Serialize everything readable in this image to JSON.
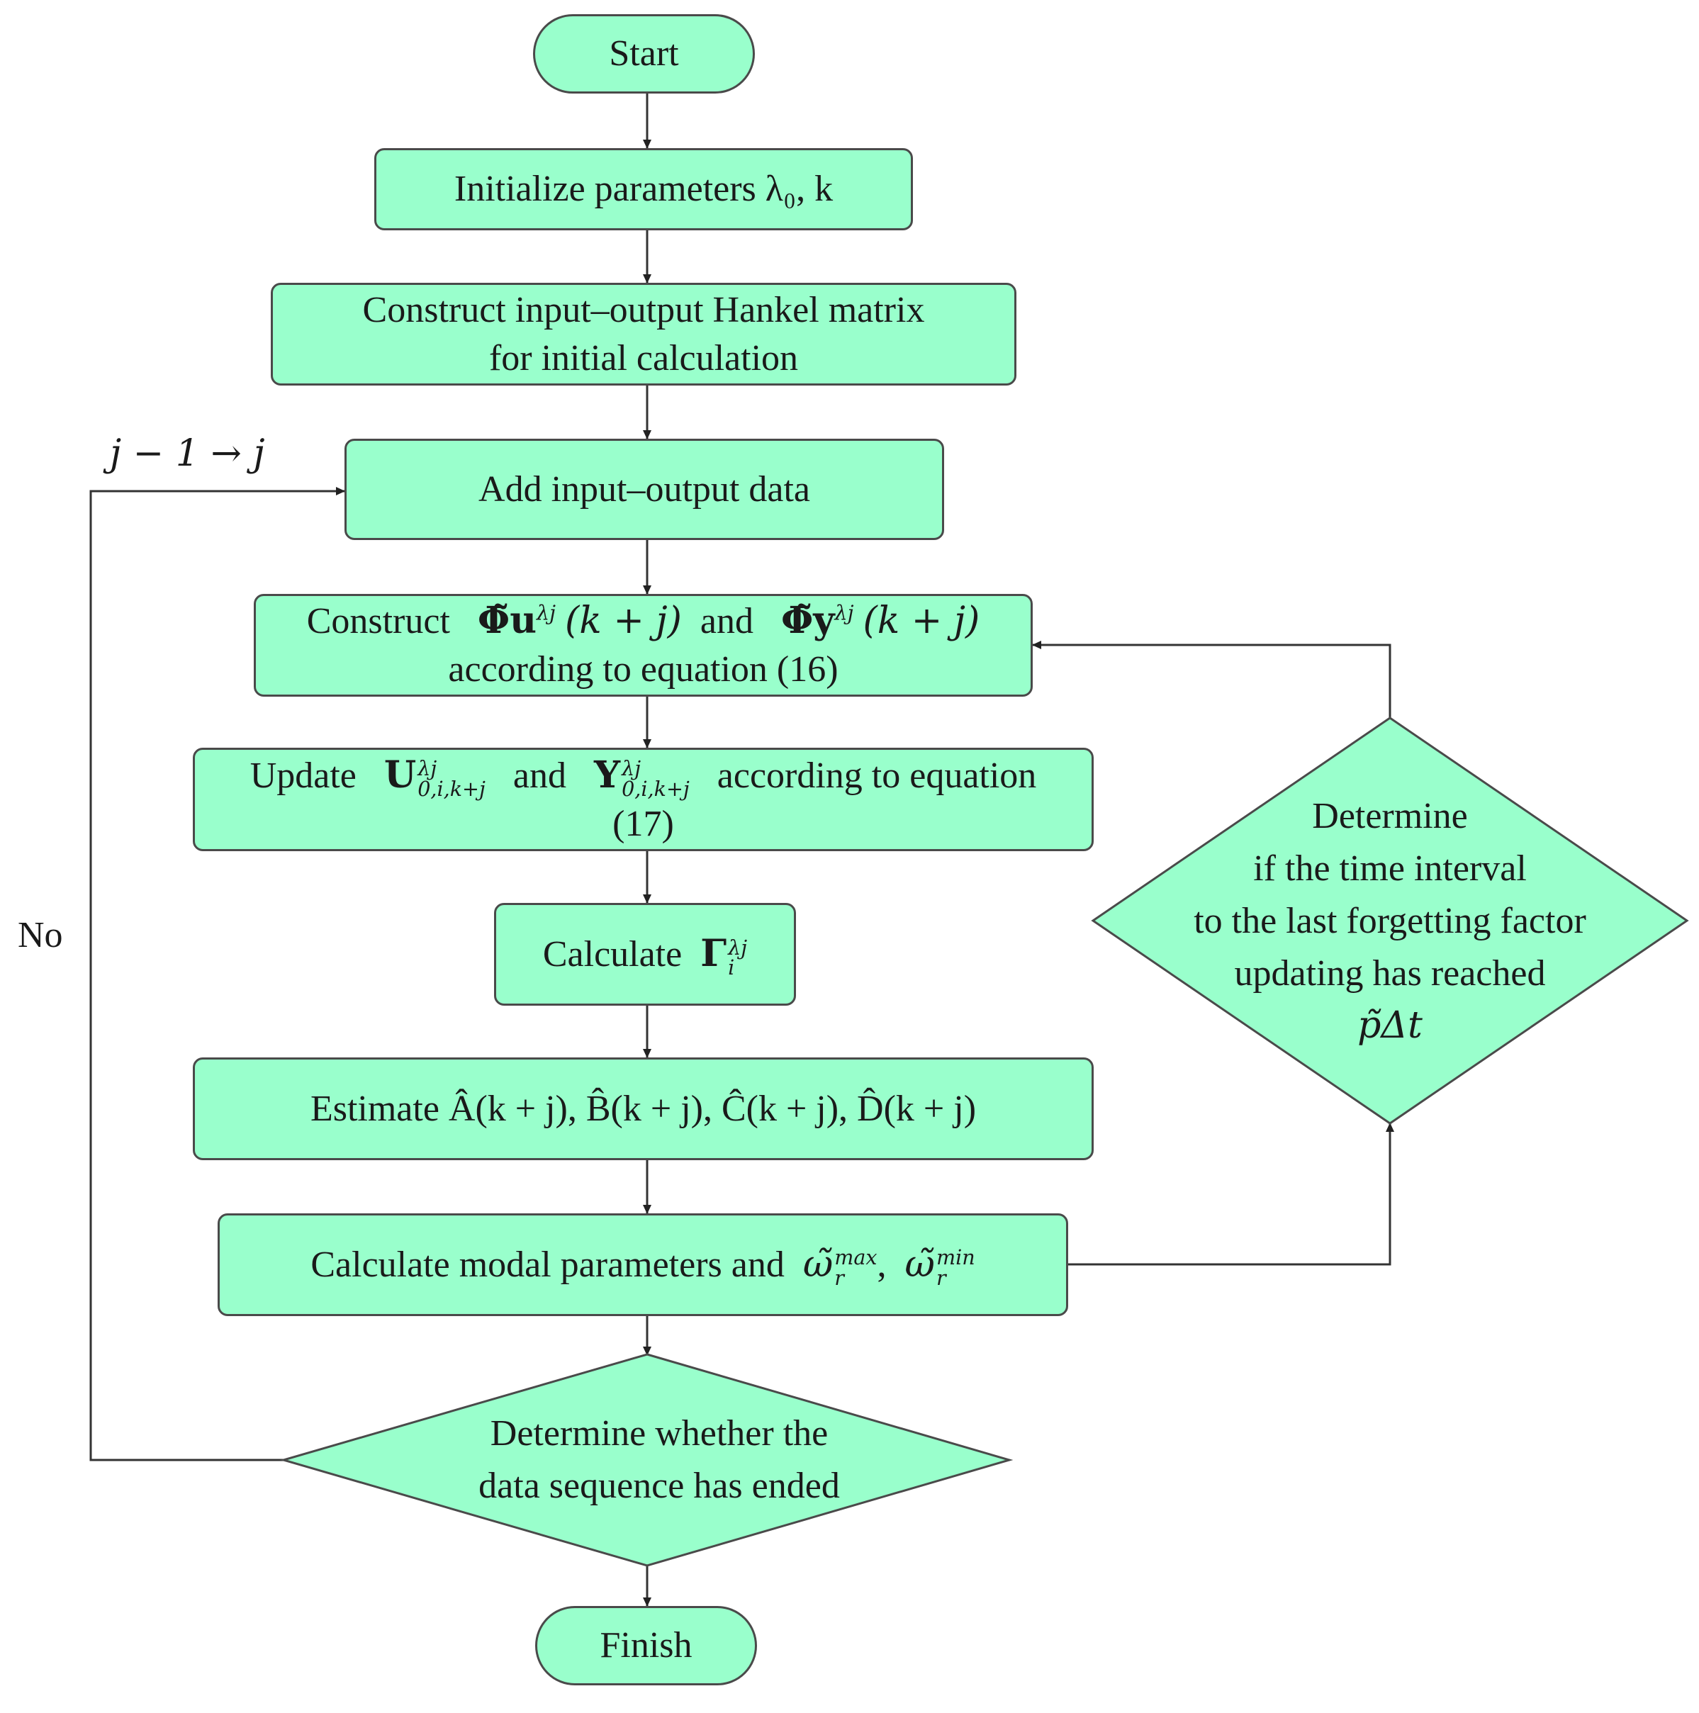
{
  "flowchart": {
    "start": "Start",
    "init": "Initialize parameters λ₀, k",
    "construct_hankel": [
      "Construct input–output Hankel matrix",
      "for initial calculation"
    ],
    "add_data": "Add input–output data",
    "construct_phi": {
      "prefix": "Construct",
      "phi_u": "Φ̃u",
      "phi_u_sup": "λj",
      "arg": "(k + j)",
      "and": "and",
      "phi_y": "Φ̃y",
      "phi_y_sup": "λj",
      "line2": "according to equation (16)"
    },
    "update": {
      "prefix": "Update",
      "u": "U",
      "u_sup": "λj",
      "u_sub": "0,i,k+j",
      "and": "and",
      "y": "Y",
      "y_sup": "λj",
      "y_sub": "0,i,k+j",
      "suffix": "according to equation",
      "line2": "(17)"
    },
    "calc_gamma": {
      "prefix": "Calculate",
      "gamma": "Γ",
      "sup": "λj",
      "sub": "i"
    },
    "estimate": "Estimate Â(k + j), B̂(k + j), Ĉ(k + j), D̂(k + j)",
    "calc_modal": {
      "prefix": "Calculate modal parameters and",
      "w_max": "ω̃",
      "w_max_sup": "max",
      "w_max_sub": "r",
      "sep": ",",
      "w_min": "ω̃",
      "w_min_sup": "min",
      "w_min_sub": "r"
    },
    "decision_end": [
      "Determine whether the",
      "data sequence has ended"
    ],
    "decision_time": [
      "Determine",
      "if the time interval",
      "to the last forgetting factor",
      "updating has reached",
      "p̃Δt"
    ],
    "finish": "Finish",
    "loop_label": "j − 1 → j",
    "no_label": "No"
  },
  "colors": {
    "node_fill": "#99ffcc",
    "node_border": "#4a4a4a",
    "line": "#333333"
  }
}
